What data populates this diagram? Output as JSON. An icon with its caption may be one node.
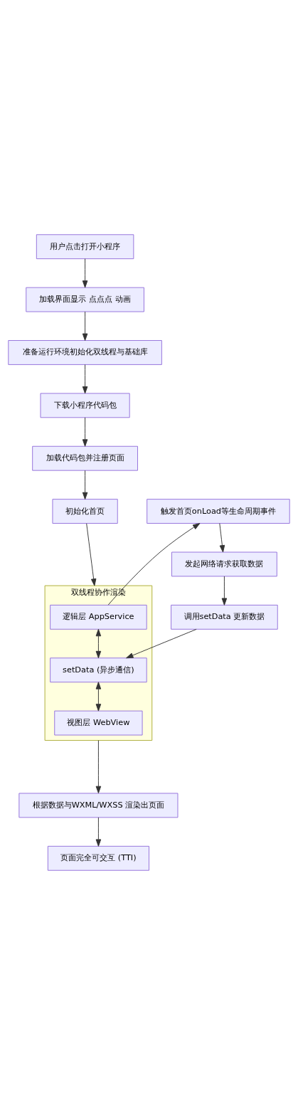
{
  "diagram": {
    "nodes": [
      {
        "text": [
          "用户点击打开小程序"
        ]
      },
      {
        "text": [
          "加载界面显示 点点点 动画"
        ]
      },
      {
        "text": [
          "准备运行环境初始化双线程与基础库"
        ]
      },
      {
        "text": [
          "下载小程序代码包"
        ]
      },
      {
        "text": [
          "加载代码包并注册页面"
        ]
      },
      {
        "text": [
          "初始化首页"
        ]
      },
      {
        "text": [
          "双线程协作渲染"
        ]
      },
      {
        "text": [
          "逻辑层 AppService"
        ],
        "in": 6
      },
      {
        "text": [
          "setData (异步通信)"
        ],
        "in": 6
      },
      {
        "text": [
          "视图层 WebView"
        ],
        "in": 6
      },
      {
        "text": [
          "触发首页onLoad等生命周期事件"
        ]
      },
      {
        "text": [
          "发起网络请求获取数据"
        ]
      },
      {
        "text": [
          "调用setData 更新数据"
        ]
      },
      {
        "text": [
          "根据数据与WXML/WXSS 渲染出页面"
        ]
      },
      {
        "text": [
          "页面完全可交互 (TTI)"
        ]
      }
    ],
    "edges": [
      {
        "from": 0,
        "to": 1,
        "arrow": "to"
      },
      {
        "from": 1,
        "to": 2,
        "arrow": "to"
      },
      {
        "from": 2,
        "to": 3,
        "arrow": "to"
      },
      {
        "from": 3,
        "to": 4,
        "arrow": "to"
      },
      {
        "from": 4,
        "to": 5,
        "arrow": "to"
      },
      {
        "from": 5,
        "to": 6,
        "arrow": "to"
      },
      {
        "from": 7,
        "to": 10,
        "arrow": "to"
      },
      {
        "from": 10,
        "to": 11,
        "arrow": "to"
      },
      {
        "from": 11,
        "to": 12,
        "arrow": "to"
      },
      {
        "from": 12,
        "to": 8,
        "arrow": "to"
      },
      {
        "from": 7,
        "to": 8,
        "arrow": "both"
      },
      {
        "from": 8,
        "to": 9,
        "arrow": "both"
      },
      {
        "from": 6,
        "to": 13,
        "arrow": "to"
      },
      {
        "from": 13,
        "to": 14,
        "arrow": "to"
      }
    ]
  }
}
